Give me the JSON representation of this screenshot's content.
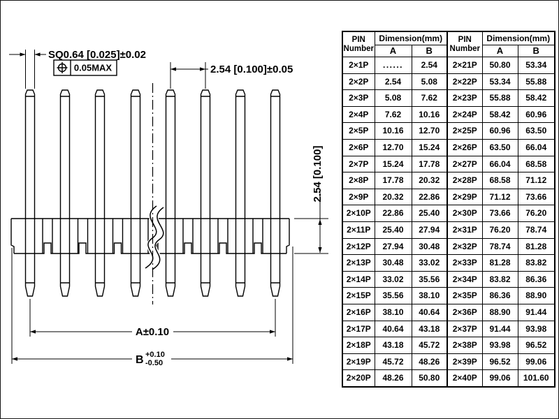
{
  "drawing": {
    "dim_pin_square": "SQ0.64 [0.025]±0.02",
    "position_tolerance": "0.05MAX",
    "dim_pitch": "2.54 [0.100]±0.05",
    "dim_row_spacing": "2.54 [0.100]",
    "dim_a": "A±0.10",
    "dim_b": "B",
    "dim_b_upper": "+0.10",
    "dim_b_lower": "-0.50"
  },
  "table": {
    "header": {
      "pin_line1": "PIN",
      "pin_line2": "Number",
      "dimension": "Dimension(mm)",
      "col_a": "A",
      "col_b": "B"
    },
    "rows": [
      [
        "2×1P",
        "......",
        "2.54",
        "2×21P",
        "50.80",
        "53.34"
      ],
      [
        "2×2P",
        "2.54",
        "5.08",
        "2×22P",
        "53.34",
        "55.88"
      ],
      [
        "2×3P",
        "5.08",
        "7.62",
        "2×23P",
        "55.88",
        "58.42"
      ],
      [
        "2×4P",
        "7.62",
        "10.16",
        "2×24P",
        "58.42",
        "60.96"
      ],
      [
        "2×5P",
        "10.16",
        "12.70",
        "2×25P",
        "60.96",
        "63.50"
      ],
      [
        "2×6P",
        "12.70",
        "15.24",
        "2×26P",
        "63.50",
        "66.04"
      ],
      [
        "2×7P",
        "15.24",
        "17.78",
        "2×27P",
        "66.04",
        "68.58"
      ],
      [
        "2×8P",
        "17.78",
        "20.32",
        "2×28P",
        "68.58",
        "71.12"
      ],
      [
        "2×9P",
        "20.32",
        "22.86",
        "2×29P",
        "71.12",
        "73.66"
      ],
      [
        "2×10P",
        "22.86",
        "25.40",
        "2×30P",
        "73.66",
        "76.20"
      ],
      [
        "2×11P",
        "25.40",
        "27.94",
        "2×31P",
        "76.20",
        "78.74"
      ],
      [
        "2×12P",
        "27.94",
        "30.48",
        "2×32P",
        "78.74",
        "81.28"
      ],
      [
        "2×13P",
        "30.48",
        "33.02",
        "2×33P",
        "81.28",
        "83.82"
      ],
      [
        "2×14P",
        "33.02",
        "35.56",
        "2×34P",
        "83.82",
        "86.36"
      ],
      [
        "2×15P",
        "35.56",
        "38.10",
        "2×35P",
        "86.36",
        "88.90"
      ],
      [
        "2×16P",
        "38.10",
        "40.64",
        "2×36P",
        "88.90",
        "91.44"
      ],
      [
        "2×17P",
        "40.64",
        "43.18",
        "2×37P",
        "91.44",
        "93.98"
      ],
      [
        "2×18P",
        "43.18",
        "45.72",
        "2×38P",
        "93.98",
        "96.52"
      ],
      [
        "2×19P",
        "45.72",
        "48.26",
        "2×39P",
        "96.52",
        "99.06"
      ],
      [
        "2×20P",
        "48.26",
        "50.80",
        "2×40P",
        "99.06",
        "101.60"
      ]
    ]
  }
}
